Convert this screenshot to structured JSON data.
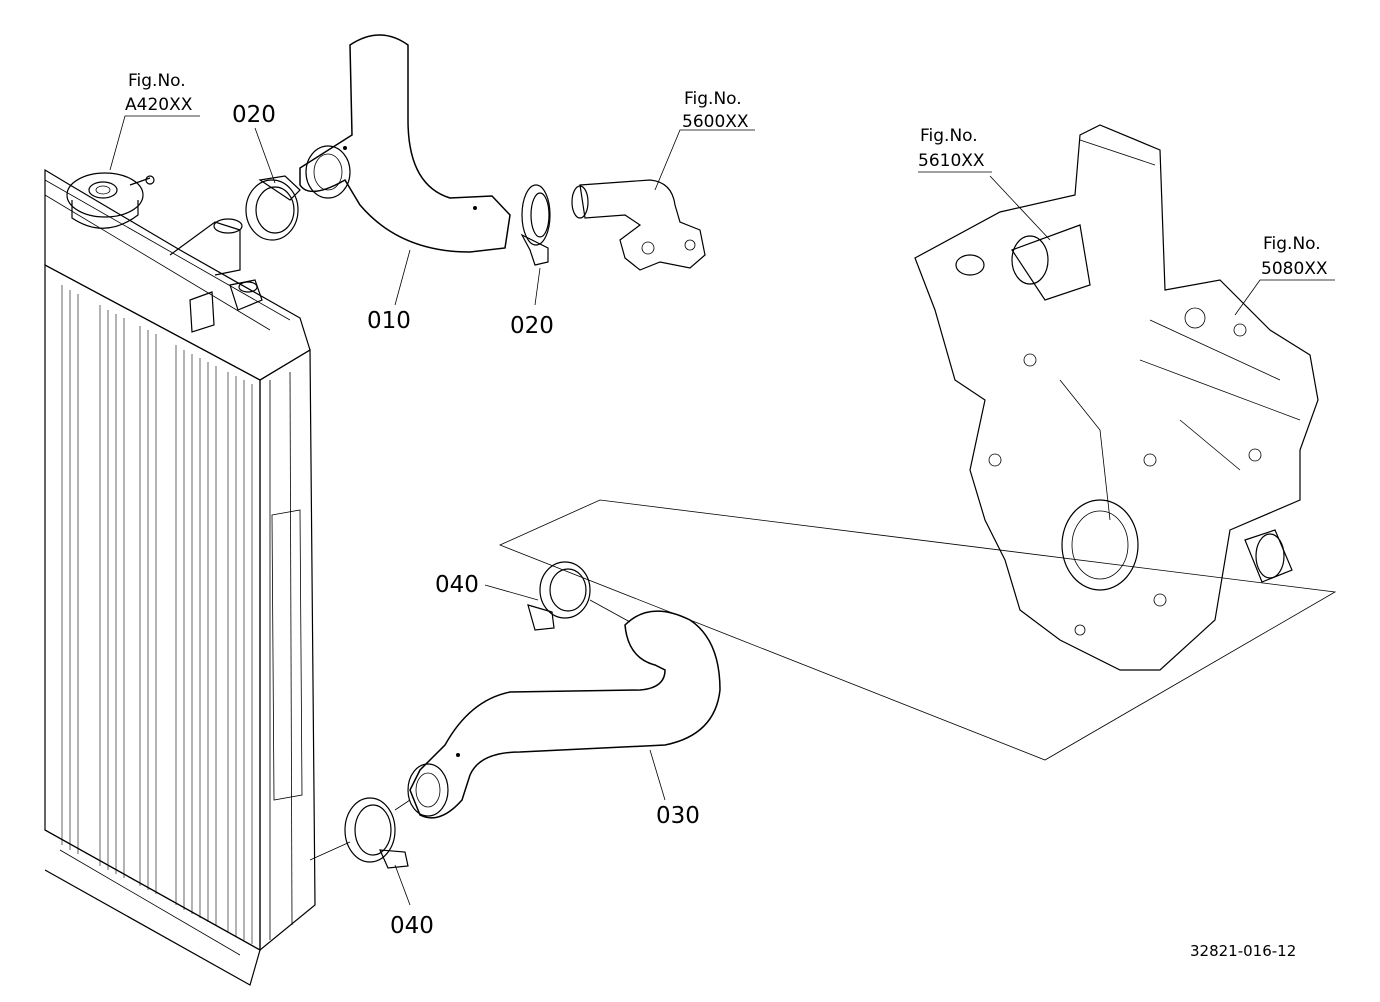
{
  "labels": {
    "part_010": "010",
    "part_020_top": "020",
    "part_020_mid": "020",
    "part_030": "030",
    "part_040_top": "040",
    "part_040_bottom": "040"
  },
  "fig_refs": [
    {
      "id": "a420",
      "line1": "Fig.No.",
      "line2": "A420XX"
    },
    {
      "id": "5600",
      "line1": "Fig.No.",
      "line2": "5600XX"
    },
    {
      "id": "5610",
      "line1": "Fig.No.",
      "line2": "5610XX"
    },
    {
      "id": "5080",
      "line1": "Fig.No.",
      "line2": "5080XX"
    }
  ],
  "drawing_code": "32821-016-12"
}
